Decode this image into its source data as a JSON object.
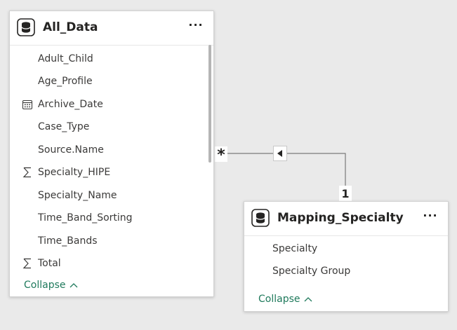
{
  "tables": [
    {
      "name": "All_Data",
      "fields": [
        {
          "label": "Adult_Child",
          "icon": "none"
        },
        {
          "label": "Age_Profile",
          "icon": "none"
        },
        {
          "label": "Archive_Date",
          "icon": "calendar-icon"
        },
        {
          "label": "Case_Type",
          "icon": "none"
        },
        {
          "label": "Source.Name",
          "icon": "none"
        },
        {
          "label": "Specialty_HIPE",
          "icon": "sigma-icon"
        },
        {
          "label": "Specialty_Name",
          "icon": "none"
        },
        {
          "label": "Time_Band_Sorting",
          "icon": "none"
        },
        {
          "label": "Time_Bands",
          "icon": "none"
        },
        {
          "label": "Total",
          "icon": "sigma-icon"
        }
      ],
      "collapse_label": "Collapse",
      "more_label": "···"
    },
    {
      "name": "Mapping_Specialty",
      "fields": [
        {
          "label": "Specialty",
          "icon": "none"
        },
        {
          "label": "Specialty Group",
          "icon": "none"
        }
      ],
      "collapse_label": "Collapse",
      "more_label": "···"
    }
  ],
  "relationship": {
    "from_cardinality": "*",
    "to_cardinality": "1",
    "direction": "single"
  },
  "colors": {
    "canvas": "#eaeaea",
    "card": "#ffffff",
    "text": "#3b3a39",
    "accent": "#1f7a5c",
    "line": "#7a7a7a"
  }
}
